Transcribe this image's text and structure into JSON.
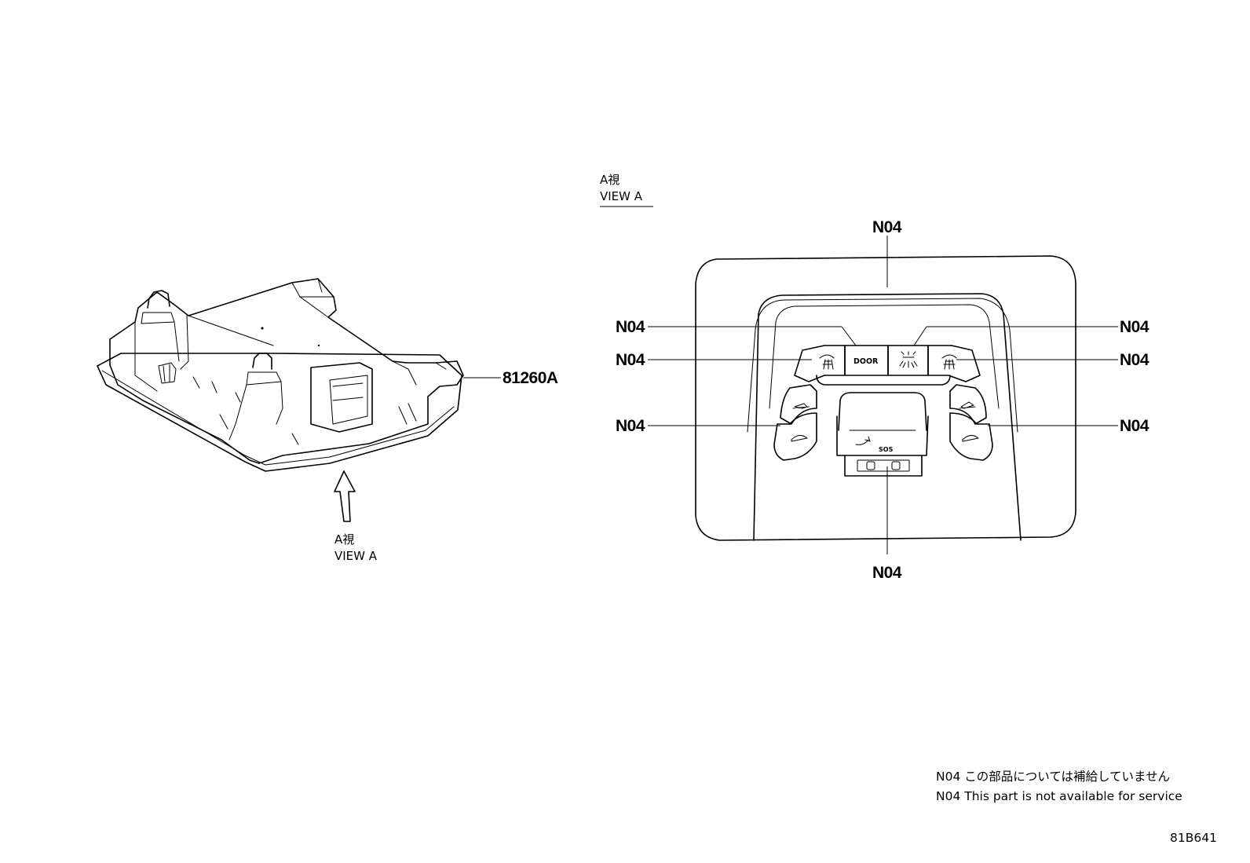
{
  "part_view": {
    "part_callout": "81260A",
    "view_label_jp": "A視",
    "view_label_en": "VIEW A"
  },
  "detail_view": {
    "title_jp": "A視",
    "title_en": "VIEW A",
    "callouts": [
      "N04",
      "N04",
      "N04",
      "N04",
      "N04",
      "N04",
      "N04",
      "N04"
    ],
    "button_labels": {
      "door": "DOOR",
      "sos": "SOS"
    }
  },
  "notes": [
    "N04 この部品については補給していません",
    "N04 This part is not available for service"
  ],
  "diagram_id": "81B641"
}
